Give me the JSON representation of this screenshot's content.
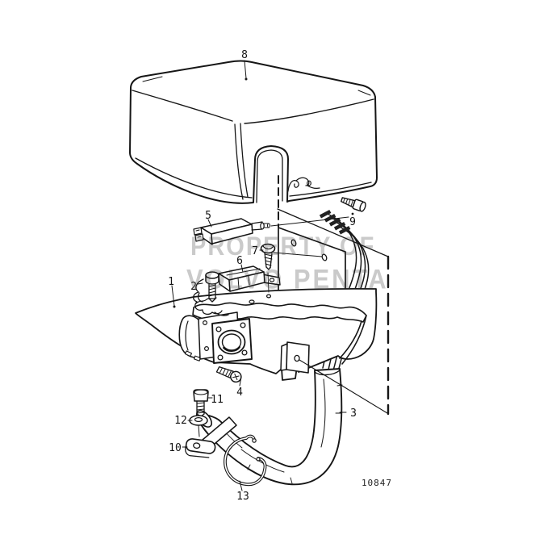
{
  "diagram": {
    "watermark": {
      "line1": "PROPERTY OF",
      "line2": "VOLVO PENTA"
    },
    "drawing_number": "10847",
    "callouts": {
      "c1": "1",
      "c2": "2",
      "c3": "3",
      "c4": "4",
      "c5": "5",
      "c6": "6",
      "c7": "7",
      "c8": "8",
      "c9": "9",
      "c10": "10",
      "c11": "11",
      "c12": "12",
      "c13": "13"
    }
  }
}
